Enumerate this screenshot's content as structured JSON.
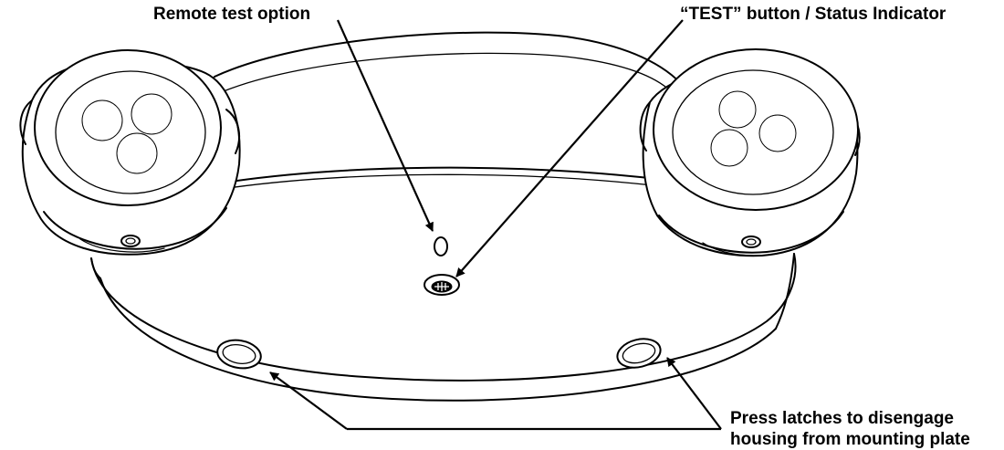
{
  "labels": {
    "remote_test": "Remote test option",
    "test_button": "“TEST” button / Status Indicator",
    "latches_line1": "Press latches to disengage",
    "latches_line2": "housing from mounting plate"
  },
  "colors": {
    "ink": "#000000",
    "background": "#ffffff"
  }
}
